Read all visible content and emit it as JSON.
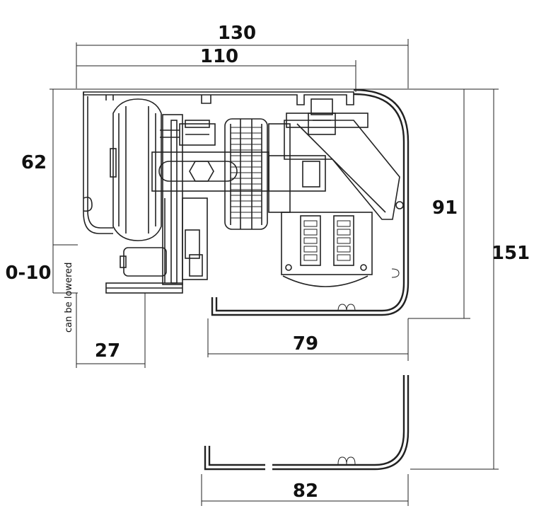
{
  "dimensions": {
    "width_overall": "130",
    "width_inner": "110",
    "height_left": "62",
    "lowering": "0-10",
    "lowering_note": "can be lowered",
    "bracket_width": "27",
    "height_right": "91",
    "height_overall": "151",
    "cover_depth_upper": "79",
    "cover_depth_lower": "82"
  }
}
